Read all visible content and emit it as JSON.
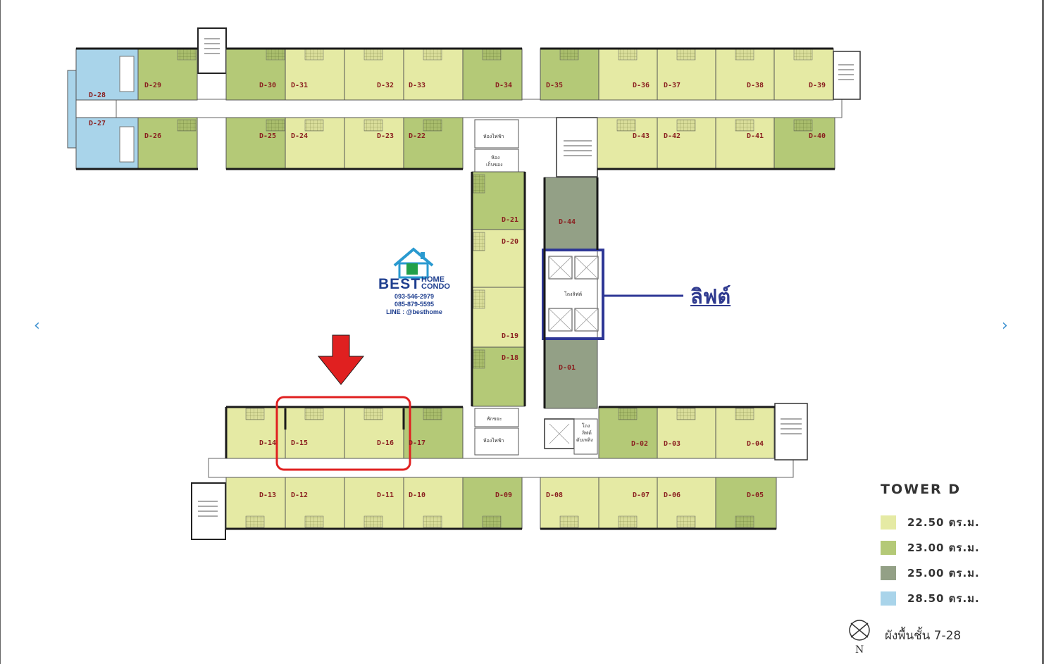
{
  "colors": {
    "unit_22_50": "#e5eaa4",
    "unit_23_00": "#b4c977",
    "unit_25_00": "#93a086",
    "unit_28_50": "#a9d4ea",
    "wall": "#1a1a1a",
    "lift_box": "#2e3796",
    "highlight": "#e02020",
    "arrow": "#e02020",
    "nav_arrow": "#3a8fd0",
    "logo_blue": "#1f3f8f",
    "logo_green": "#22a04a"
  },
  "icons": {
    "nav_prev": "‹",
    "nav_next": "›",
    "compass": "north-compass-icon",
    "logo": "house-icon"
  },
  "units": {
    "d01": "D-01",
    "d02": "D-02",
    "d03": "D-03",
    "d04": "D-04",
    "d05": "D-05",
    "d06": "D-06",
    "d07": "D-07",
    "d08": "D-08",
    "d09": "D-09",
    "d10": "D-10",
    "d11": "D-11",
    "d12": "D-12",
    "d13": "D-13",
    "d14": "D-14",
    "d15": "D-15",
    "d16": "D-16",
    "d17": "D-17",
    "d18": "D-18",
    "d19": "D-19",
    "d20": "D-20",
    "d21": "D-21",
    "d22": "D-22",
    "d23": "D-23",
    "d24": "D-24",
    "d25": "D-25",
    "d26": "D-26",
    "d27": "D-27",
    "d28": "D-28",
    "d29": "D-29",
    "d30": "D-30",
    "d31": "D-31",
    "d32": "D-32",
    "d33": "D-33",
    "d34": "D-34",
    "d35": "D-35",
    "d36": "D-36",
    "d37": "D-37",
    "d38": "D-38",
    "d39": "D-39",
    "d40": "D-40",
    "d41": "D-41",
    "d42": "D-42",
    "d43": "D-43",
    "d44": "D-44"
  },
  "rooms": {
    "electrical_top": "ห้องไฟฟ้า",
    "storage_top": "ห้อง",
    "storage_top_2": "เก็บของ",
    "lift_lobby": "โถงลิฟต์",
    "garbage": "พักขยะ",
    "electrical_bottom": "ห้องไฟฟ้า",
    "fire_lobby_1": "โถง",
    "fire_lobby_2": "ลิฟต์",
    "fire_lobby_3": "ดับเพลิง"
  },
  "logo": {
    "best": "BEST",
    "home": "HOME",
    "condo": "CONDO",
    "phone1": "093-546-2979",
    "phone2": "085-879-5595",
    "line": "LINE : @besthome"
  },
  "lift_callout": "ลิฟต์",
  "legend": {
    "title": "TOWER  D",
    "items": [
      {
        "label": "22.50  ตร.ม."
      },
      {
        "label": "23.00  ตร.ม."
      },
      {
        "label": "25.00  ตร.ม."
      },
      {
        "label": "28.50  ตร.ม."
      }
    ]
  },
  "floor_plan_label": "ผังพื้นชั้น 7-28",
  "compass_letter": "N"
}
